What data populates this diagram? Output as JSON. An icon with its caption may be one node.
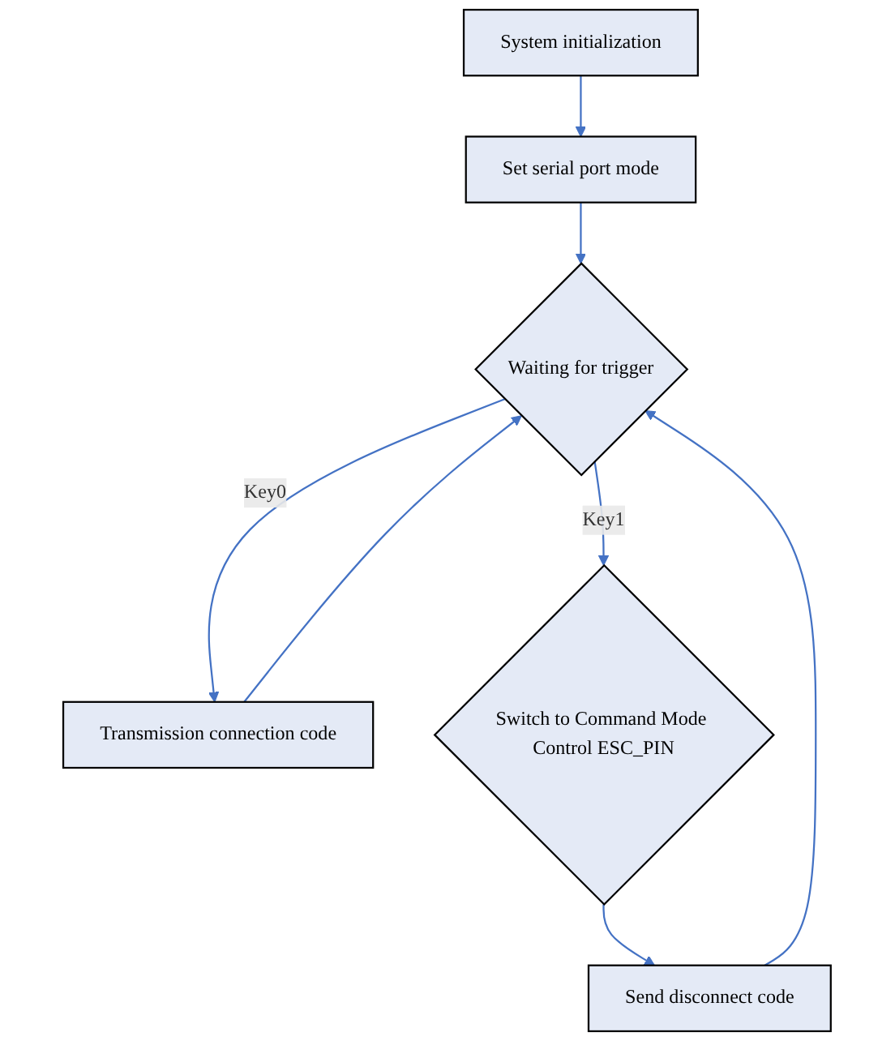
{
  "diagram": {
    "nodes": [
      {
        "text": [
          "System initialization"
        ]
      },
      {
        "text": [
          "Set serial port mode"
        ]
      },
      {
        "text": [
          "Waiting for trigger"
        ]
      },
      {
        "text": [
          "Transmission connection code"
        ]
      },
      {
        "text": [
          "Switch to Command Mode Control ESC_PIN"
        ]
      },
      {
        "text": [
          "Send disconnect code"
        ]
      }
    ],
    "edges": [
      {
        "from": 0,
        "to": 1,
        "arrow": "to"
      },
      {
        "from": 1,
        "to": 2,
        "arrow": "to"
      },
      {
        "from": 2,
        "to": 3,
        "label": "Key0",
        "arrow": "to"
      },
      {
        "from": 2,
        "to": 4,
        "label": "Key1",
        "arrow": "to"
      },
      {
        "from": 4,
        "to": 5,
        "arrow": "to"
      },
      {
        "from": 3,
        "to": 2,
        "arrow": "to"
      },
      {
        "from": 5,
        "to": 2,
        "arrow": "to"
      }
    ]
  }
}
